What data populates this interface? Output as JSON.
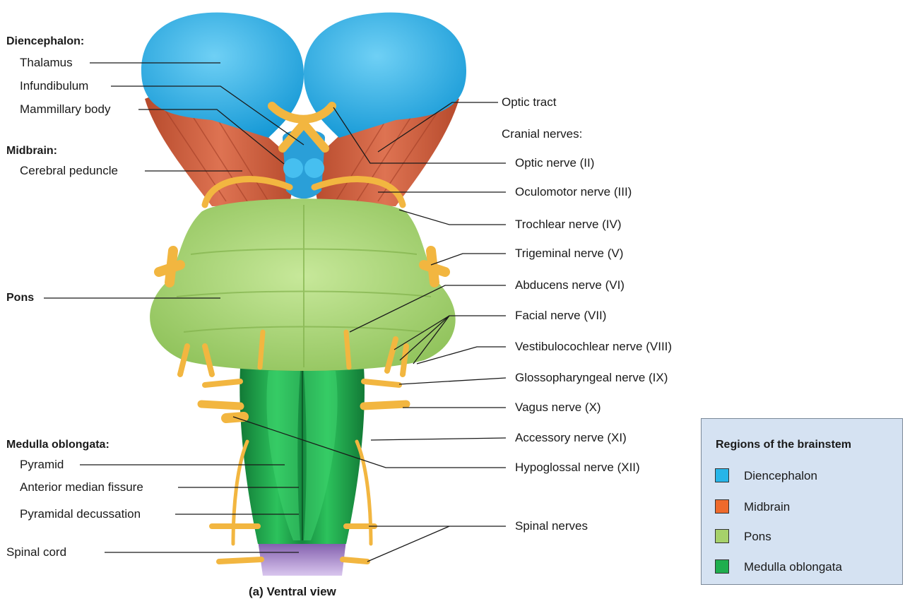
{
  "left_labels": {
    "diencephalon_header": "Diencephalon:",
    "thalamus": "Thalamus",
    "infundibulum": "Infundibulum",
    "mammillary_body": "Mammillary body",
    "midbrain_header": "Midbrain:",
    "cerebral_peduncle": "Cerebral peduncle",
    "pons": "Pons",
    "medulla_header": "Medulla oblongata:",
    "pyramid": "Pyramid",
    "anterior_median_fissure": "Anterior median fissure",
    "pyramidal_decussation": "Pyramidal decussation",
    "spinal_cord": "Spinal cord"
  },
  "right_labels": {
    "optic_tract": "Optic tract",
    "cranial_nerves_header": "Cranial nerves:",
    "optic_nerve": "Optic nerve (II)",
    "oculomotor_nerve": "Oculomotor nerve (III)",
    "trochlear_nerve": "Trochlear nerve (IV)",
    "trigeminal_nerve": "Trigeminal nerve (V)",
    "abducens_nerve": "Abducens nerve (VI)",
    "facial_nerve": "Facial nerve (VII)",
    "vestibulocochlear_nerve": "Vestibulocochlear nerve (VIII)",
    "glossopharyngeal_nerve": "Glossopharyngeal nerve (IX)",
    "vagus_nerve": "Vagus nerve (X)",
    "accessory_nerve": "Accessory nerve (XI)",
    "hypoglossal_nerve": "Hypoglossal nerve (XII)",
    "spinal_nerves": "Spinal nerves"
  },
  "legend": {
    "title": "Regions of the brainstem",
    "items": [
      {
        "label": "Diencephalon",
        "color": "#27b5e8"
      },
      {
        "label": "Midbrain",
        "color": "#ee6a2c"
      },
      {
        "label": "Pons",
        "color": "#a6d16a"
      },
      {
        "label": "Medulla oblongata",
        "color": "#1fae4e"
      }
    ]
  },
  "caption": "(a) Ventral view",
  "colors": {
    "diencephalon": "#27b5e8",
    "midbrain": "#d2583a",
    "pons": "#a6d16a",
    "medulla": "#1fae4e",
    "nerve": "#f2b640",
    "spinal_cord": "#9b6fc4",
    "leader_line": "#1a1a1a"
  }
}
